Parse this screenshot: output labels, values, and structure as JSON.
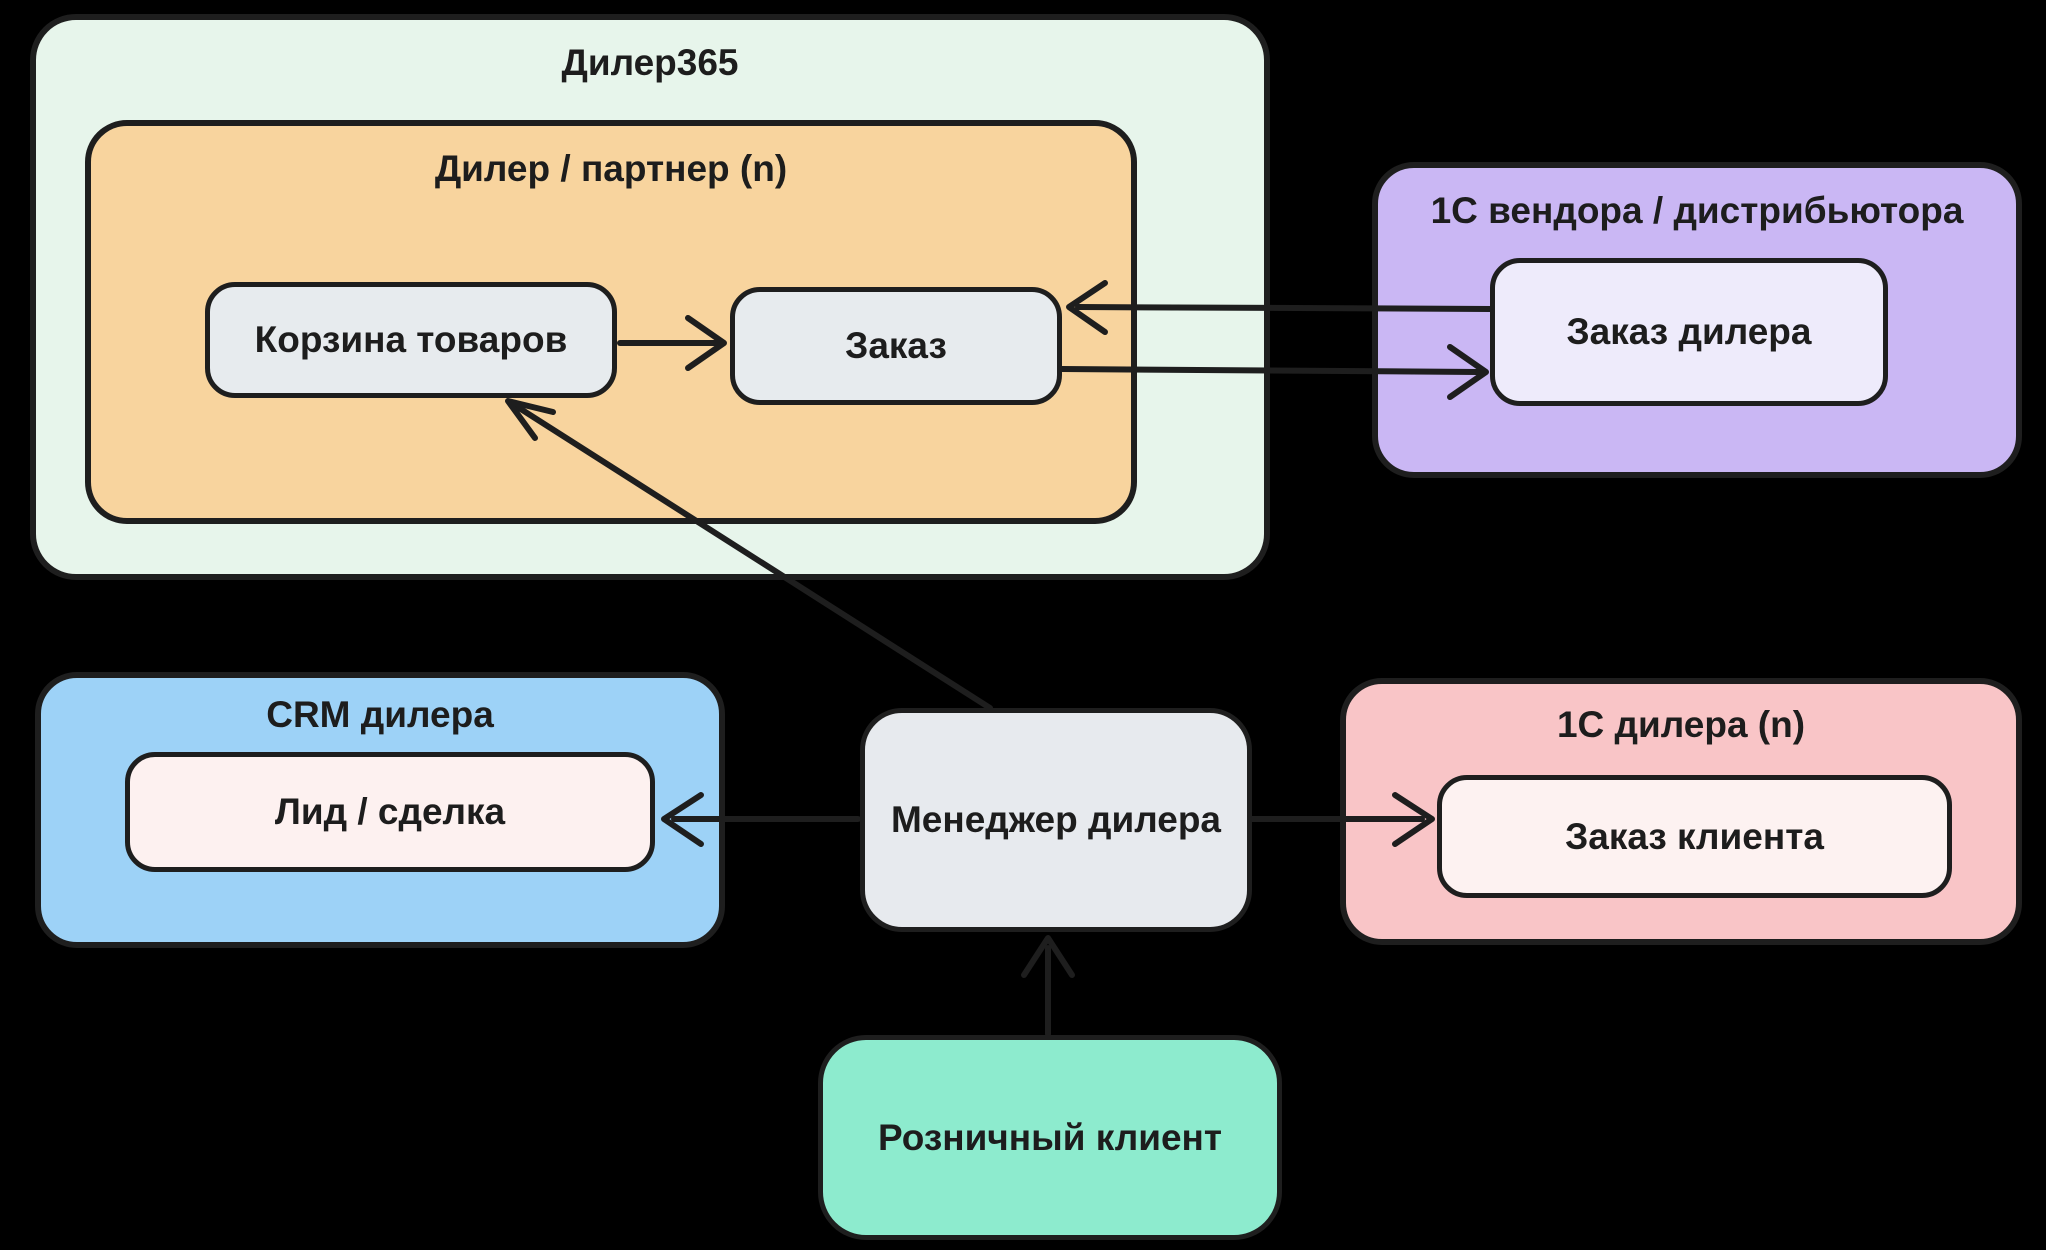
{
  "colors": {
    "background": "#000000",
    "stroke": "#1e1e1e",
    "text": "#1d1d1d"
  },
  "containers": {
    "dealer365": {
      "label": "Дилер365",
      "fill": "#e7f5eb"
    },
    "dealer_partner": {
      "label": "Дилер / партнер (n)",
      "fill": "#f8d49e"
    },
    "vendor_1c": {
      "label": "1С вендора / дистрибьютора",
      "fill": "#cab7f4"
    },
    "crm": {
      "label": "CRM дилера",
      "fill": "#9dd2f7"
    },
    "dealer_1c": {
      "label": "1С дилера (n)",
      "fill": "#f9c5c7"
    }
  },
  "nodes": {
    "cart": {
      "label": "Корзина товаров",
      "fill": "#e7ebee"
    },
    "order": {
      "label": "Заказ",
      "fill": "#e7ebee"
    },
    "dealer_order": {
      "label": "Заказ дилера",
      "fill": "#eeebfb"
    },
    "lead": {
      "label": "Лид / сделка",
      "fill": "#fdf1f0"
    },
    "manager": {
      "label": "Менеджер дилера",
      "fill": "#e7eaee"
    },
    "client_order": {
      "label": "Заказ клиента",
      "fill": "#fdf2f1"
    },
    "retail_client": {
      "label": "Розничный клиент",
      "fill": "#8debce"
    }
  },
  "edges": [
    {
      "from": "Корзина товаров",
      "to": "Заказ"
    },
    {
      "from": "Заказ дилера",
      "to": "Заказ"
    },
    {
      "from": "Заказ",
      "to": "Заказ дилера"
    },
    {
      "from": "Менеджер дилера",
      "to": "Корзина товаров"
    },
    {
      "from": "Менеджер дилера",
      "to": "Лид / сделка"
    },
    {
      "from": "Менеджер дилера",
      "to": "Заказ клиента"
    },
    {
      "from": "Розничный клиент",
      "to": "Менеджер дилера"
    }
  ]
}
